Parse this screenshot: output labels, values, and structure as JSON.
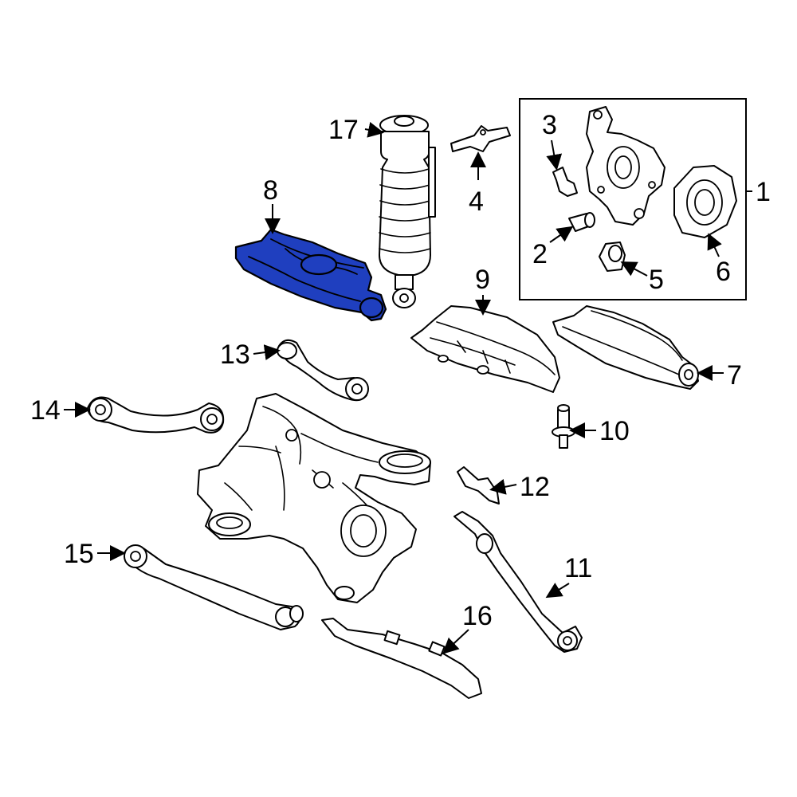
{
  "highlight_color": "#1f3fbf",
  "callouts": [
    {
      "id": "c1",
      "label": "1"
    },
    {
      "id": "c2",
      "label": "2"
    },
    {
      "id": "c3",
      "label": "3"
    },
    {
      "id": "c4",
      "label": "4"
    },
    {
      "id": "c5",
      "label": "5"
    },
    {
      "id": "c6",
      "label": "6"
    },
    {
      "id": "c7",
      "label": "7"
    },
    {
      "id": "c8",
      "label": "8"
    },
    {
      "id": "c9",
      "label": "9"
    },
    {
      "id": "c10",
      "label": "10"
    },
    {
      "id": "c11",
      "label": "11"
    },
    {
      "id": "c12",
      "label": "12"
    },
    {
      "id": "c13",
      "label": "13"
    },
    {
      "id": "c14",
      "label": "14"
    },
    {
      "id": "c15",
      "label": "15"
    },
    {
      "id": "c16",
      "label": "16"
    },
    {
      "id": "c17",
      "label": "17"
    }
  ]
}
